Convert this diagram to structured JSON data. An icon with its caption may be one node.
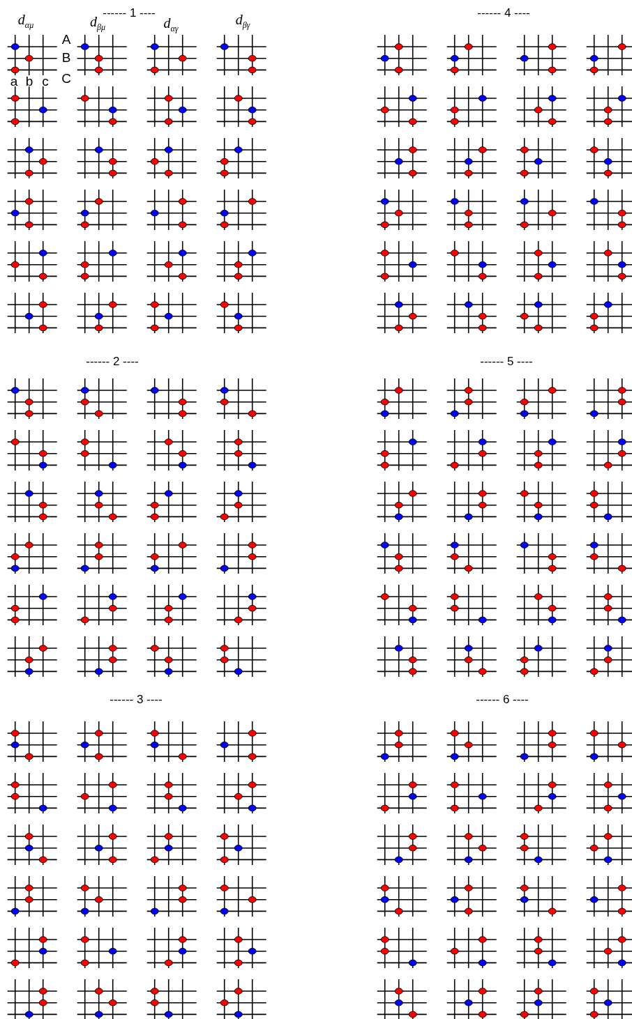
{
  "diagram": {
    "labels": [
      "------ 1 ----",
      "------ 4 ----",
      "d$_{αμ}$",
      "d$_{βμ}$",
      "d$_{αγ}$",
      "d$_{βγ}$",
      "A",
      "B",
      "a",
      "b",
      "c",
      "C",
      "------ 2 ----",
      "------ 5 ----",
      "------ 3 ----",
      "------ 6 ----"
    ]
  }
}
